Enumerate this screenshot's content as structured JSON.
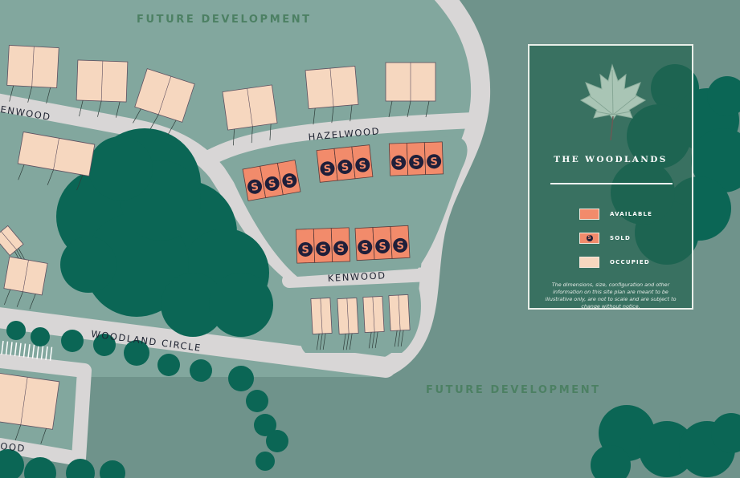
{
  "map": {
    "future_development_labels": [
      "FUTURE DEVELOPMENT",
      "FUTURE DEVELOPMENT"
    ],
    "road_labels": {
      "enwood": "ENWOOD",
      "hazelwood": "HAZELWOOD",
      "kenwood": "KENWOOD",
      "woodland_circle": "WOODLAND CIRCLE",
      "ood": "OOD"
    },
    "sold_marker": "S",
    "lot_groups": [
      {
        "status": "sold",
        "units": 3
      },
      {
        "status": "sold",
        "units": 3
      },
      {
        "status": "sold",
        "units": 3
      },
      {
        "status": "sold",
        "units": 3
      },
      {
        "status": "sold",
        "units": 3
      }
    ],
    "colors": {
      "available": "#f28b6b",
      "sold_marker": "#1f1f3a",
      "occupied": "#f6d7bf",
      "road": "#d8d6d6",
      "trees": "#0b6655",
      "ground": "#82a79e"
    }
  },
  "legend": {
    "title": "THE WOODLANDS",
    "leaf_icon": "maple-leaf",
    "items": [
      {
        "label": "AVAILABLE",
        "color": "#f28b6b"
      },
      {
        "label": "SOLD",
        "color": "#f28b6b",
        "marker": "S"
      },
      {
        "label": "OCCUPIED",
        "color": "#f6d7bf"
      }
    ],
    "disclaimer": "The dimensions, size, configuration and other information on this site  plan are meant to be illustrative only, are not to scale and are subject to change without notice."
  }
}
